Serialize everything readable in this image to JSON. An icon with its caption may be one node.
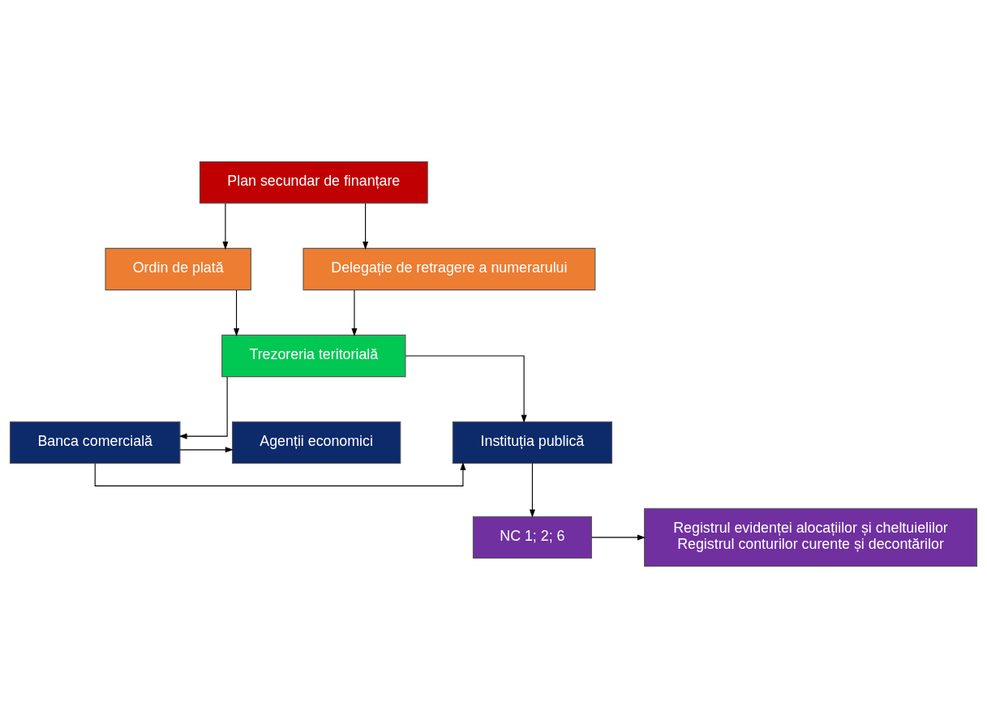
{
  "diagram": {
    "nodes": [
      {
        "text": [
          "Plan secundar de finanțare"
        ]
      },
      {
        "text": [
          "Ordin de plată"
        ]
      },
      {
        "text": [
          "Delegație de retragere a numerarului"
        ]
      },
      {
        "text": [
          "Trezoreria teritorială"
        ]
      },
      {
        "text": [
          "Instituția publică"
        ]
      },
      {
        "text": [
          "Banca comercială"
        ]
      },
      {
        "text": [
          "Agenții economici"
        ]
      },
      {
        "text": [
          "NC 1; 2; 6"
        ]
      },
      {
        "text": [
          "Registrul evidenței alocațiilor și cheltuielilor",
          "Registrul conturilor curente și decontărilor"
        ]
      }
    ],
    "edges": [
      {
        "from": 0,
        "to": 1,
        "arrow": "to"
      },
      {
        "from": 0,
        "to": 2,
        "arrow": "to"
      },
      {
        "from": 1,
        "to": 3,
        "arrow": "to"
      },
      {
        "from": 2,
        "to": 3,
        "arrow": "to"
      },
      {
        "from": 3,
        "to": 4,
        "arrow": "to"
      },
      {
        "from": 3,
        "to": 5,
        "arrow": "to"
      },
      {
        "from": 5,
        "to": 4,
        "arrow": "to"
      },
      {
        "from": 5,
        "to": 6,
        "arrow": "to"
      },
      {
        "from": 4,
        "to": 7,
        "arrow": "to"
      },
      {
        "from": 7,
        "to": 8,
        "arrow": "to"
      }
    ]
  }
}
